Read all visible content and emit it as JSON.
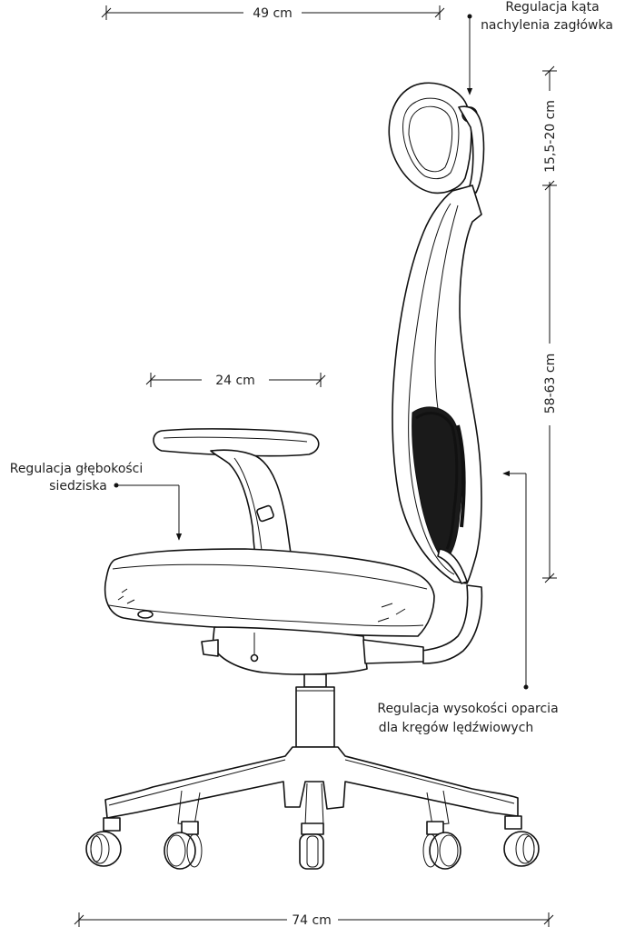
{
  "dimensions": {
    "top_width": "49 cm",
    "armrest_width": "24 cm",
    "headrest_height": "15,5-20 cm",
    "backrest_height": "58-63 cm",
    "base_width": "74 cm"
  },
  "labels": {
    "headrest_angle_line1": "Regulacja kąta",
    "headrest_angle_line2": "nachylenia zagłówka",
    "seat_depth_line1": "Regulacja głębokości",
    "seat_depth_line2": "siedziska",
    "lumbar_line1": "Regulacja wysokości oparcia",
    "lumbar_line2": "dla kręgów lędźwiowych"
  },
  "colors": {
    "line": "#111111",
    "text": "#222222",
    "background": "#ffffff"
  }
}
